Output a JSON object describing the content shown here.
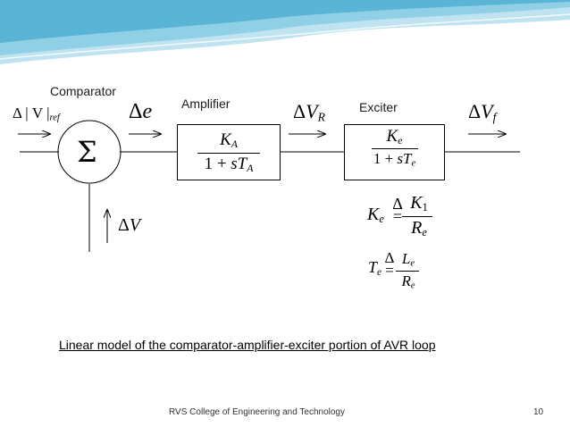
{
  "labels": {
    "comparator": "Comparator",
    "amplifier": "Amplifier",
    "exciter": "Exciter"
  },
  "signals": {
    "ref_delta": "Δ | V |",
    "ref_sub": "ref",
    "error_delta": "Δ",
    "error_var": "e",
    "vr_delta": "Δ",
    "vr_var": "V",
    "vr_sub": "R",
    "vf_delta": "Δ",
    "vf_var": "V",
    "vf_sub": "f",
    "fb_delta": "Δ",
    "fb_var": "V",
    "sum_symbol": "Σ"
  },
  "amplifier_block": {
    "num_var": "K",
    "num_sub": "A",
    "den_one": "1",
    "den_plus": "+",
    "den_var": "sT",
    "den_sub": "A"
  },
  "exciter_block": {
    "num_var": "K",
    "num_sub": "e",
    "den_one": "1",
    "den_plus": "+",
    "den_var": "sT",
    "den_sub": "e"
  },
  "equations": {
    "ke_lhs": "K",
    "ke_lhs_sub": "e",
    "ke_def": "Δ",
    "ke_eq": "=",
    "ke_num": "K",
    "ke_num_sub": "1",
    "ke_den": "R",
    "ke_den_sub": "e",
    "te_lhs": "T",
    "te_lhs_sub": "e",
    "te_def": "Δ",
    "te_eq": "=",
    "te_num": "L",
    "te_num_sub": "e",
    "te_den": "R",
    "te_den_sub": "e"
  },
  "caption": "Linear  model of  the comparator-amplifier-exciter portion of AVR loop",
  "footer": {
    "institution": "RVS College of Engineering and Technology",
    "page_number": "10"
  },
  "colors": {
    "wave_dark": "#5ab4d6",
    "wave_light": "#bfe3f0"
  }
}
